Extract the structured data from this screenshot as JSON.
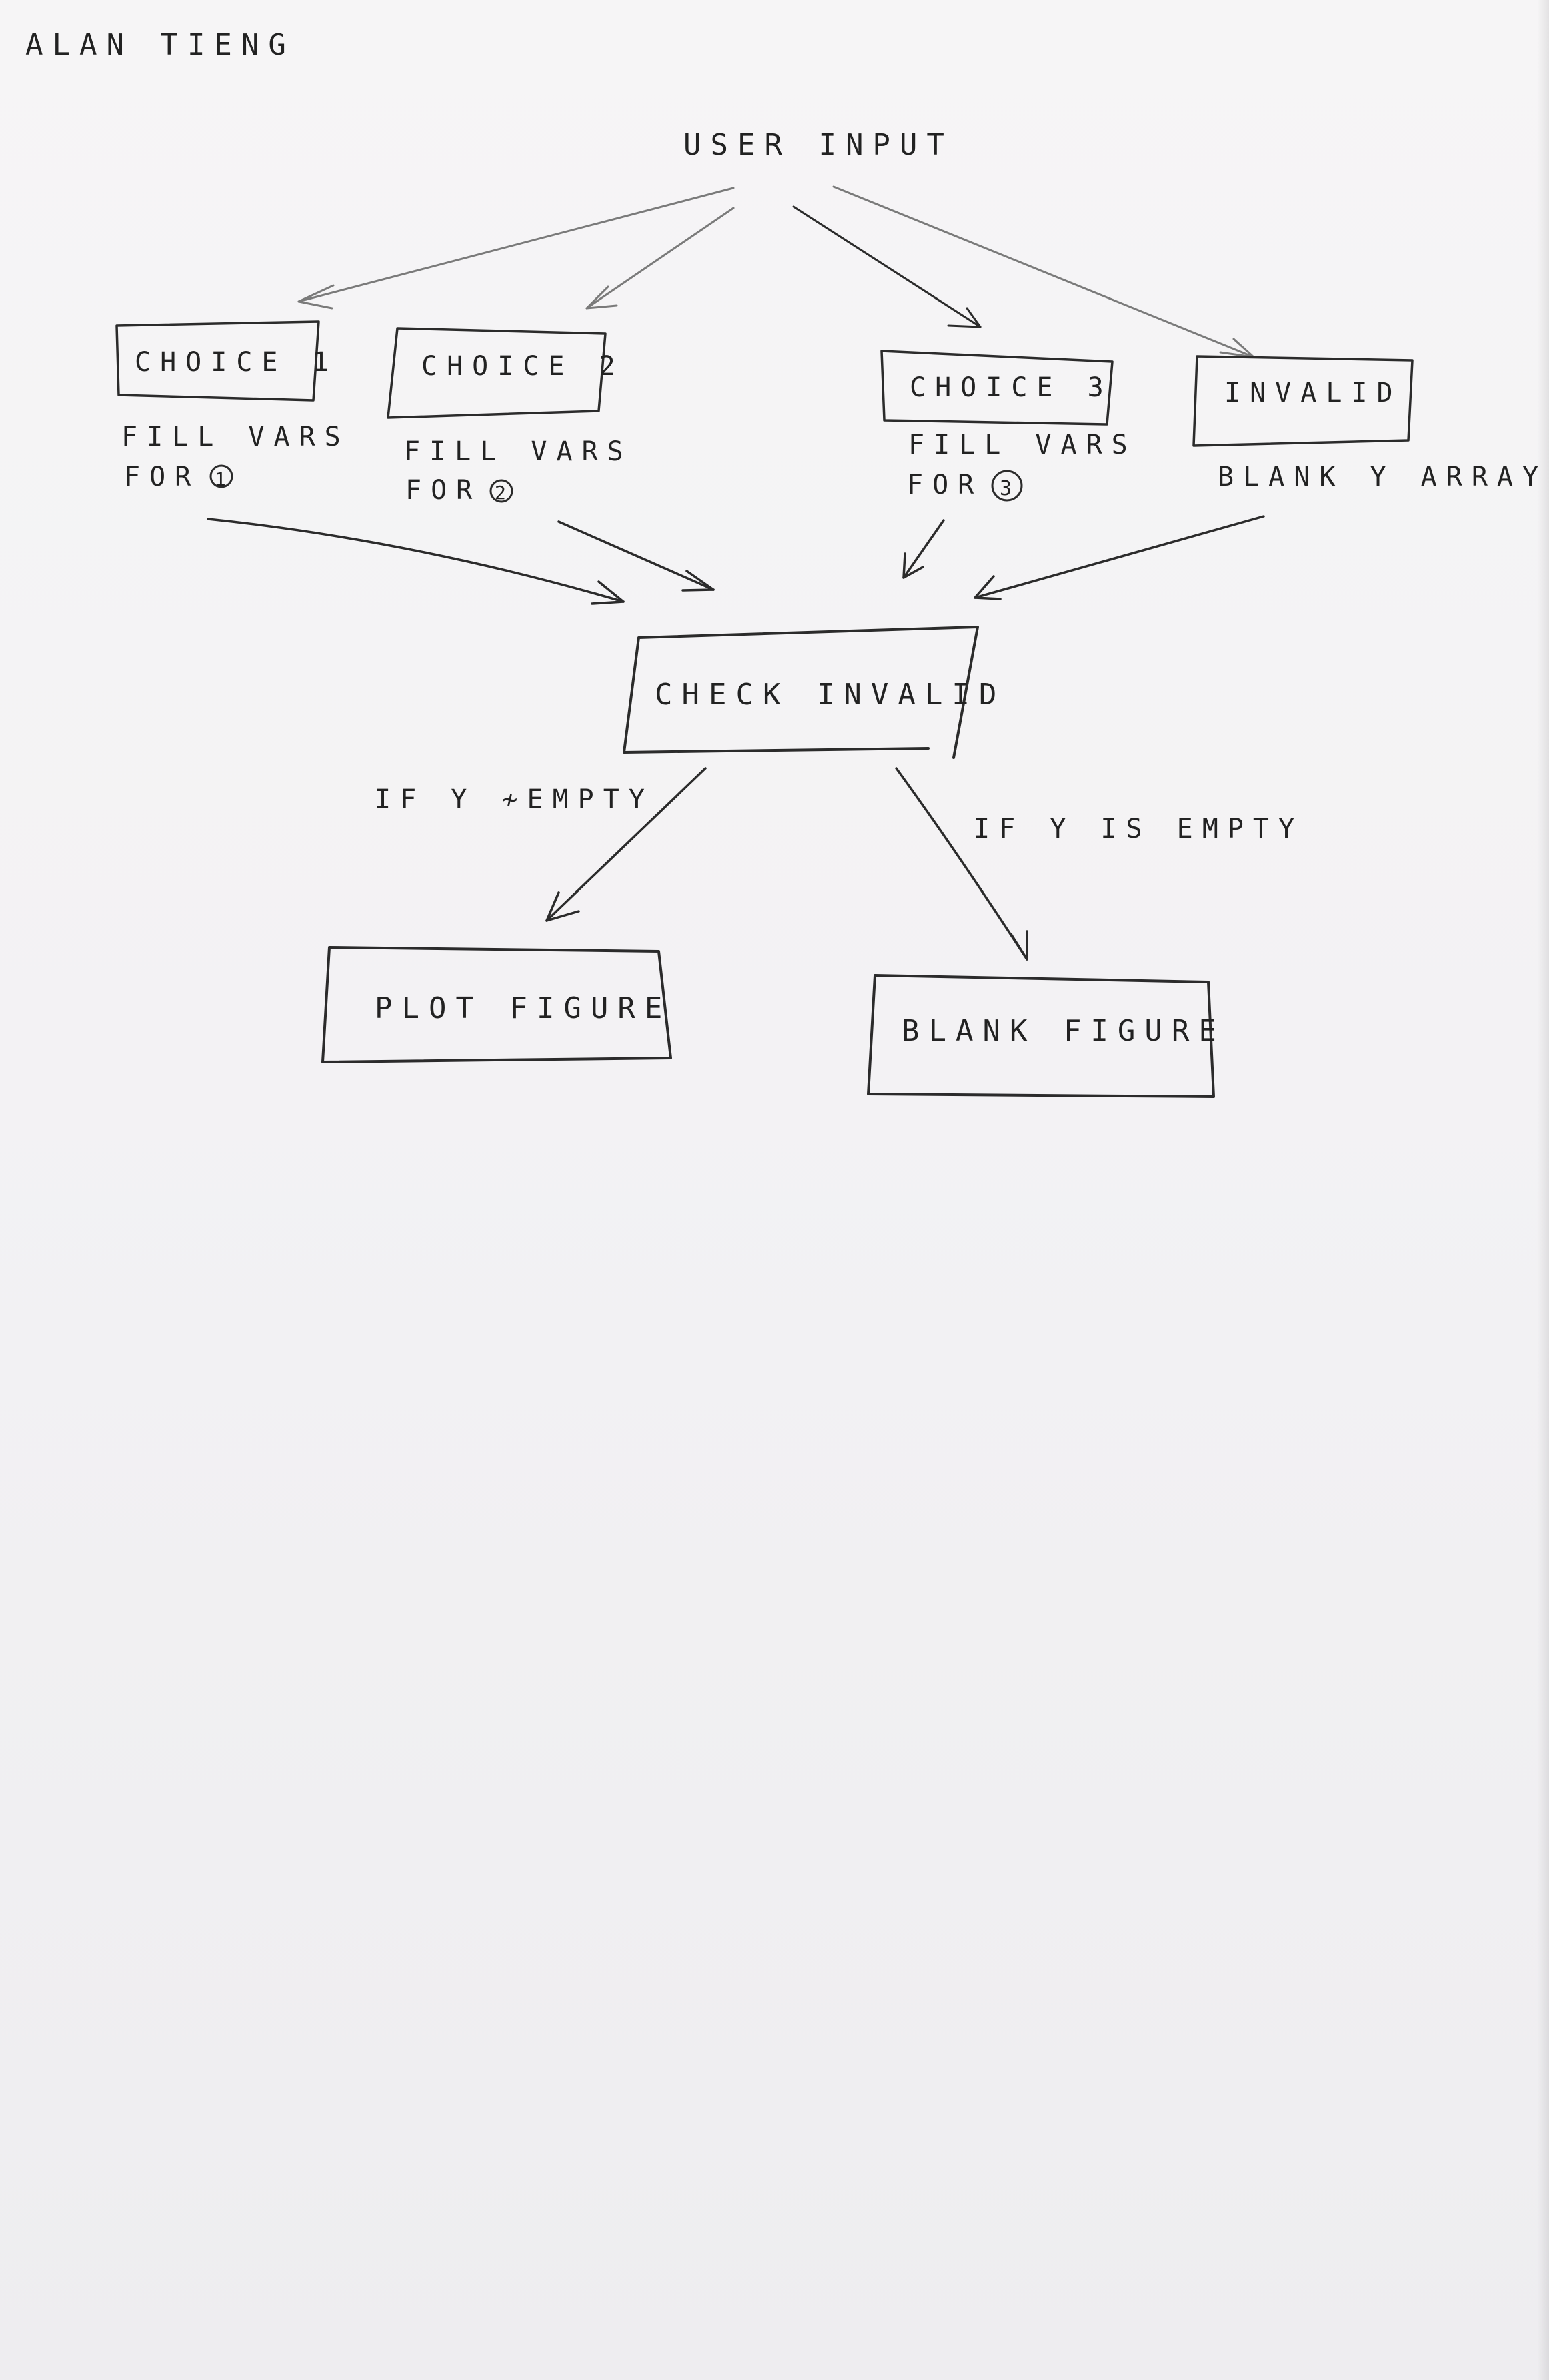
{
  "author": "ALAN TIENG",
  "start": "USER INPUT",
  "choices": [
    {
      "label": "CHOICE 1",
      "note_line1": "FILL VARS",
      "note_line2": "FOR",
      "circled": "1"
    },
    {
      "label": "CHOICE 2",
      "note_line1": "FILL VARS",
      "note_line2": "FOR",
      "circled": "2"
    },
    {
      "label": "CHOICE 3",
      "note_line1": "FILL VARS",
      "note_line2": "FOR",
      "circled": "3"
    },
    {
      "label": "INVALID",
      "note_line1": "BLANK Y ARRAY"
    }
  ],
  "check": "CHECK INVALID",
  "branches": {
    "left_condition": "IF Y ≁EMPTY",
    "right_condition": "IF Y IS EMPTY"
  },
  "outcomes": {
    "plot": "PLOT FIGURE",
    "blank": "BLANK FIGURE"
  }
}
